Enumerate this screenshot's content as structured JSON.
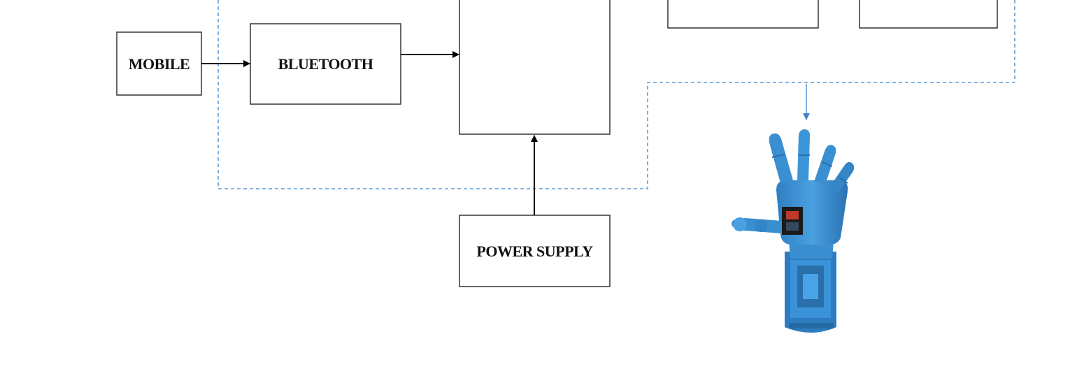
{
  "diagram": {
    "nodes": {
      "mobile": {
        "label": "MOBILE"
      },
      "bluetooth": {
        "label": "BLUETOOTH"
      },
      "power_supply": {
        "label": "POWER SUPPLY"
      },
      "controller": {
        "label": ""
      },
      "top_box_left": {
        "label": ""
      },
      "top_box_right": {
        "label": ""
      }
    },
    "edges": [
      {
        "from": "mobile",
        "to": "bluetooth"
      },
      {
        "from": "bluetooth",
        "to": "controller"
      },
      {
        "from": "power_supply",
        "to": "controller"
      },
      {
        "from": "dashed-boundary",
        "to": "robotic-hand"
      }
    ],
    "image": {
      "subject": "robotic-hand",
      "color": "#3a8fd1"
    },
    "colors": {
      "box_stroke": "#333333",
      "arrow": "#000000",
      "dashed_boundary": "#5b9bd5"
    }
  }
}
